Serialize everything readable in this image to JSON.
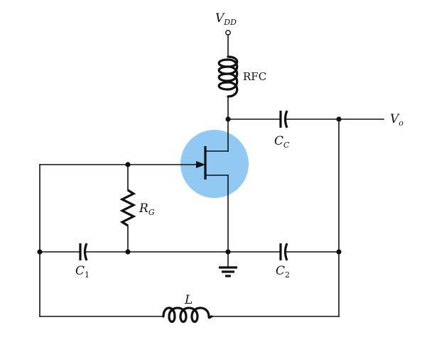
{
  "colors": {
    "wire": "#111111",
    "transistor_highlight": "#7ec0f0",
    "background": "#ffffff"
  },
  "labels": {
    "vdd": {
      "main": "V",
      "sub": "DD"
    },
    "rfc": "RFC",
    "vo": {
      "main": "V",
      "sub": "o"
    },
    "cc": {
      "main": "C",
      "sub": "C"
    },
    "rg": {
      "main": "R",
      "sub": "G"
    },
    "c1": {
      "main": "C",
      "sub": "1"
    },
    "c2": {
      "main": "C",
      "sub": "2"
    },
    "l": "L"
  }
}
